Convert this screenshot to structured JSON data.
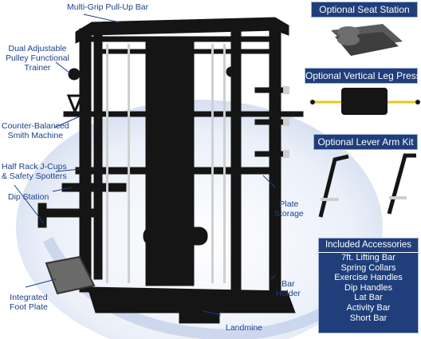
{
  "callouts": {
    "pullup": "Multi-Grip Pull-Up Bar",
    "pulley": "Dual Adjustable\nPulley Functional\nTrainer",
    "smith": "Counter-Balanced\nSmith Machine",
    "jcups": "Half Rack J-Cups\n& Safety Spotters",
    "dip": "Dip Station",
    "plate_storage": "Plate\nStorage",
    "foot_plate": "Integrated\nFoot Plate",
    "bar_holder": "Bar\nHolder",
    "landmine": "Landmine"
  },
  "options": {
    "seat": "Optional Seat Station",
    "leg_press": "Optional Vertical Leg Press",
    "lever_arm": "Optional Lever Arm Kit"
  },
  "accessories": {
    "title": "Included Accessories",
    "items": [
      "7ft. Lifting Bar",
      "Spring Collars",
      "Exercise Handles",
      "Dip Handles",
      "Lat Bar",
      "Activity Bar",
      "Short Bar"
    ]
  },
  "colors": {
    "brand_navy": "#1f3e7a",
    "label_blue": "#1a3f8a",
    "frame": "#151515",
    "accent_yellow": "#e6c619"
  }
}
